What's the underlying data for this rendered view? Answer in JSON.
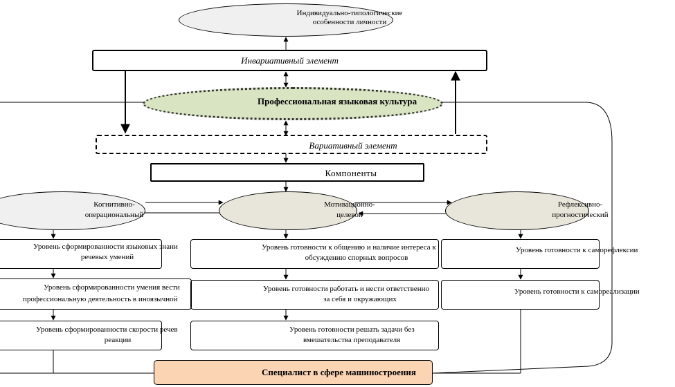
{
  "top_node": {
    "line1": "Индивидуально-типологические",
    "line2": "особенности личности"
  },
  "invariant": "Инвариативный элемент",
  "culture": "Профессиональная языковая культура",
  "variative": "Вариативный элемент",
  "components": "Компоненты",
  "columns": [
    {
      "title_line1": "Когнитивно-",
      "title_line2": "операциональный",
      "levels": [
        {
          "line1": "Уровень сформированности языковых знани",
          "line2": "речевых умений"
        },
        {
          "line1": "Уровень сформированности умения вести",
          "line2": "профессиональную деятельность в иноязычной"
        },
        {
          "line1": "Уровень сформированности скорости речев",
          "line2": "реакции"
        }
      ]
    },
    {
      "title_line1": "Мотивационно-",
      "title_line2": "целевой",
      "levels": [
        {
          "line1": "Уровень готовности к общению и наличие интереса к",
          "line2": "обсуждению спорных вопросов"
        },
        {
          "line1": "Уровень готовности работать и нести ответственно",
          "line2": "за себя и окружающих"
        },
        {
          "line1": "Уровень готовности решать задачи без",
          "line2": "вмешательства преподавателя"
        }
      ]
    },
    {
      "title_line1": "Рефлексивно-",
      "title_line2": "прогностический",
      "levels": [
        {
          "line1": "Уровень готовности к саморефлексии"
        },
        {
          "line1": "Уровень готовности к самореализации"
        }
      ]
    }
  ],
  "specialist": "Специалист в сфере машиностроения",
  "colors": {
    "top_fill": "#f0f0f0",
    "culture_fill": "#d9e4c3",
    "cognitive_fill": "#f0f0f0",
    "motiv_fill": "#e8e6da",
    "reflex_fill": "#e8e6da",
    "specialist_fill": "#fbd4b4"
  }
}
